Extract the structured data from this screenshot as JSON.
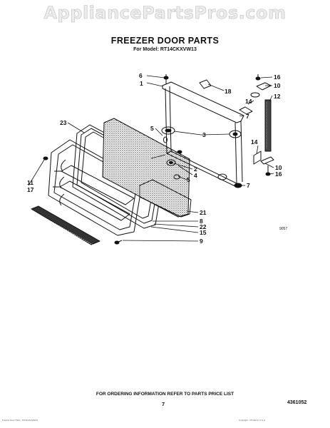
{
  "watermark": "AppliancePartsPros.com",
  "title": "FREEZER DOOR PARTS",
  "subtitle": "For Model: RT14CKXVW13",
  "figure_code": "9057",
  "footnote": "FOR ORDERING INFORMATION REFER TO PARTS PRICE LIST",
  "page_number": "7",
  "doc_code": "4361052",
  "tiny_left": "Freezer Door Parts · RT14CKXVW13",
  "tiny_right": "Copyright · Printed in U.S.A.",
  "callouts": [
    "6",
    "1",
    "18",
    "16",
    "10",
    "14",
    "12",
    "7",
    "23",
    "5",
    "3",
    "2",
    "4",
    "14",
    "10",
    "16",
    "7",
    "11",
    "17",
    "21",
    "8",
    "22",
    "15",
    "9",
    "5"
  ]
}
